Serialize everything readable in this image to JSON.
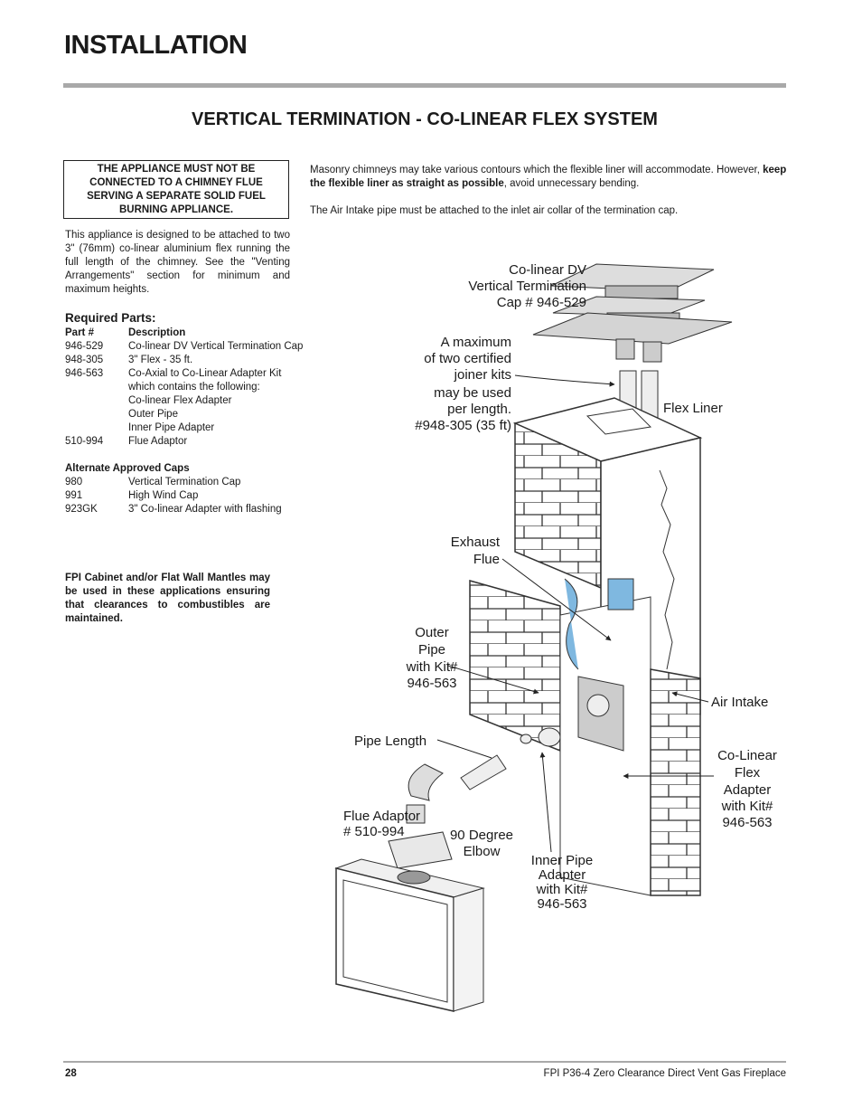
{
  "header": {
    "title": "INSTALLATION"
  },
  "section_title": "VERTICAL TERMINATION - CO-LINEAR FLEX SYSTEM",
  "warning": "THE APPLIANCE MUST NOT BE CONNECTED TO A CHIMNEY FLUE SERVING A SEPARATE SOLID FUEL BURNING APPLIANCE.",
  "intro": "This appliance is designed to be attached to two 3\" (76mm) co-linear aluminium flex running the full length of the chimney. See the \"Venting Arrangements\" section for minimum and maximum heights.",
  "required_parts": {
    "heading": "Required Parts:",
    "col_part": "Part #",
    "col_desc": "Description",
    "rows": [
      {
        "part": "946-529",
        "desc": "Co-linear DV Vertical Termination Cap"
      },
      {
        "part": "948-305",
        "desc": "3\" Flex - 35 ft."
      },
      {
        "part": "946-563",
        "desc": "Co-Axial to Co-Linear Adapter Kit"
      },
      {
        "part": "",
        "desc": "which contains the following:"
      },
      {
        "part": "",
        "desc": "Co-linear Flex Adapter"
      },
      {
        "part": "",
        "desc": "Outer Pipe"
      },
      {
        "part": "",
        "desc": "Inner Pipe Adapter"
      },
      {
        "part": "510-994",
        "desc": "Flue Adaptor"
      }
    ]
  },
  "alternate_caps": {
    "heading": "Alternate Approved Caps",
    "rows": [
      {
        "part": "980",
        "desc": "Vertical Termination Cap"
      },
      {
        "part": "991",
        "desc": "High Wind Cap"
      },
      {
        "part": "923GK",
        "desc": "3\" Co-linear Adapter with flashing"
      }
    ]
  },
  "mantle_note": "FPI Cabinet and/or Flat Wall Mantles may be used in these applications ensuring that clearances to combustibles are maintained.",
  "right_text": {
    "p1_a": "Masonry chimneys may take various contours which the flexible liner will accommodate. However, ",
    "p1_bold": "keep the flexible liner as straight as possible",
    "p1_b": ", avoid unnecessary bending.",
    "p2": "The Air Intake pipe must be attached to the inlet air collar of the termination cap."
  },
  "diagram_labels": {
    "cap": [
      "Co-linear DV",
      "Vertical Termination",
      "Cap # 946-529"
    ],
    "joiner": [
      "A maximum",
      "of two certified",
      "joiner kits",
      "may be used",
      "per length.",
      "#948-305 (35 ft)"
    ],
    "flex_liner": "Flex Liner",
    "exhaust": [
      "Exhaust",
      "Flue"
    ],
    "outer_pipe": [
      "Outer",
      "Pipe",
      "with Kit#",
      "946-563"
    ],
    "air_intake": "Air Intake",
    "pipe_length": "Pipe Length",
    "colinear_adapter": [
      "Co-Linear",
      "Flex",
      "Adapter",
      "with Kit#",
      "946-563"
    ],
    "flue_adaptor": [
      "Flue Adaptor",
      "# 510-994"
    ],
    "elbow": [
      "90 Degree",
      "Elbow"
    ],
    "inner_pipe": [
      "Inner Pipe",
      "Adapter",
      "with Kit#",
      "946-563"
    ]
  },
  "colors": {
    "liner_blue": "#7fb8e0",
    "rule_gray": "#a9a9a9"
  },
  "footer": {
    "page": "28",
    "doc": "FPI P36-4 Zero Clearance Direct Vent Gas Fireplace"
  }
}
